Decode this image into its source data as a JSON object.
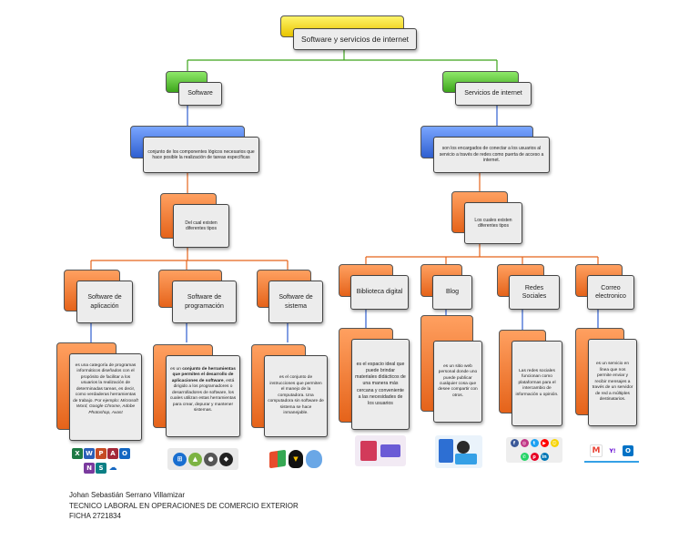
{
  "colors": {
    "gold": "#f2d000",
    "green": "#5bc531",
    "blue": "#3e6fe0",
    "orange": "#f07a2c",
    "line_blue": "#2f5fd0",
    "line_orange": "#e5631a",
    "line_green": "#3da51b"
  },
  "root": {
    "title": "Software y servicios de internet"
  },
  "software": {
    "title": "Software",
    "description": "conjunto de los componentes lógicos necesarios que hace posible la realización de tareas específicas",
    "subtitle": "Del cual existen diferentes tipos",
    "types": [
      {
        "title": "Software de aplicación",
        "text_parts": [
          "es una categoría de programas informáticos diseñados con el propósito de facilitar a los usuarios la realización de determinadas tareas, es decir, como verdaderas herramientas de trabajo. Por ejemplo: ",
          "Microsoft Word, Google Chrome, Adobe Photoshop, Avast"
        ]
      },
      {
        "title": "Software de programación",
        "text_parts": [
          "es un ",
          "conjunto de herramientas que permiten el desarrollo de aplicaciones de software",
          ", está dirigido a los programadores o desarrolladores de software, los cuales utilizan estas herramientas para crear, depurar y mantener sistemas."
        ]
      },
      {
        "title": "Software de sistema",
        "text": "es el conjunto de instrucciones que permiten el manejo de la computadora. Una computadora sin software de sistema se hace inmanejable."
      }
    ],
    "icon_sets": [
      [
        "excel-icon",
        "word-icon",
        "powerpoint-icon",
        "access-icon",
        "outlook-icon",
        "onenote-icon",
        "sharepoint-icon",
        "onedrive-icon"
      ],
      [
        "windows-icon",
        "android-icon",
        "apple-icon",
        "linux-icon"
      ],
      [
        "windows-flag-icon",
        "linux-penguin-icon",
        "apple-logo-icon"
      ]
    ]
  },
  "internet": {
    "title": "Servicios de internet",
    "description": "son los encargados de conectar a los usuarios al servicio a través de redes como puerta de acceso a internet.",
    "subtitle": "Los cuales existen diferentes tipos",
    "types": [
      {
        "title": "Biblioteca digital",
        "text": "es el espacio ideal que puede brindar materiales didácticos de una manera más cercana y conveniente a las necesidades de los usuarios"
      },
      {
        "title": "Blog",
        "text": "es un sitio web personal donde uno puede publicar cualquier cosa que desee compartir con otros."
      },
      {
        "title": "Redes Sociales",
        "text": "Las redes sociales funcionan como plataformas para el intercambio de información u opinión."
      },
      {
        "title": "Correo electronico",
        "text": "es un servicio en línea que nos permite enviar y recibir mensajes a través de un servidor de red a múltiples destinatarios."
      }
    ]
  },
  "footer": {
    "name": "Johan Sebastián Serrano Villamizar",
    "program": "TECNICO LABORAL EN OPERACIONES DE COMERCIO EXTERIOR",
    "ficha": "FICHA 2721834"
  }
}
